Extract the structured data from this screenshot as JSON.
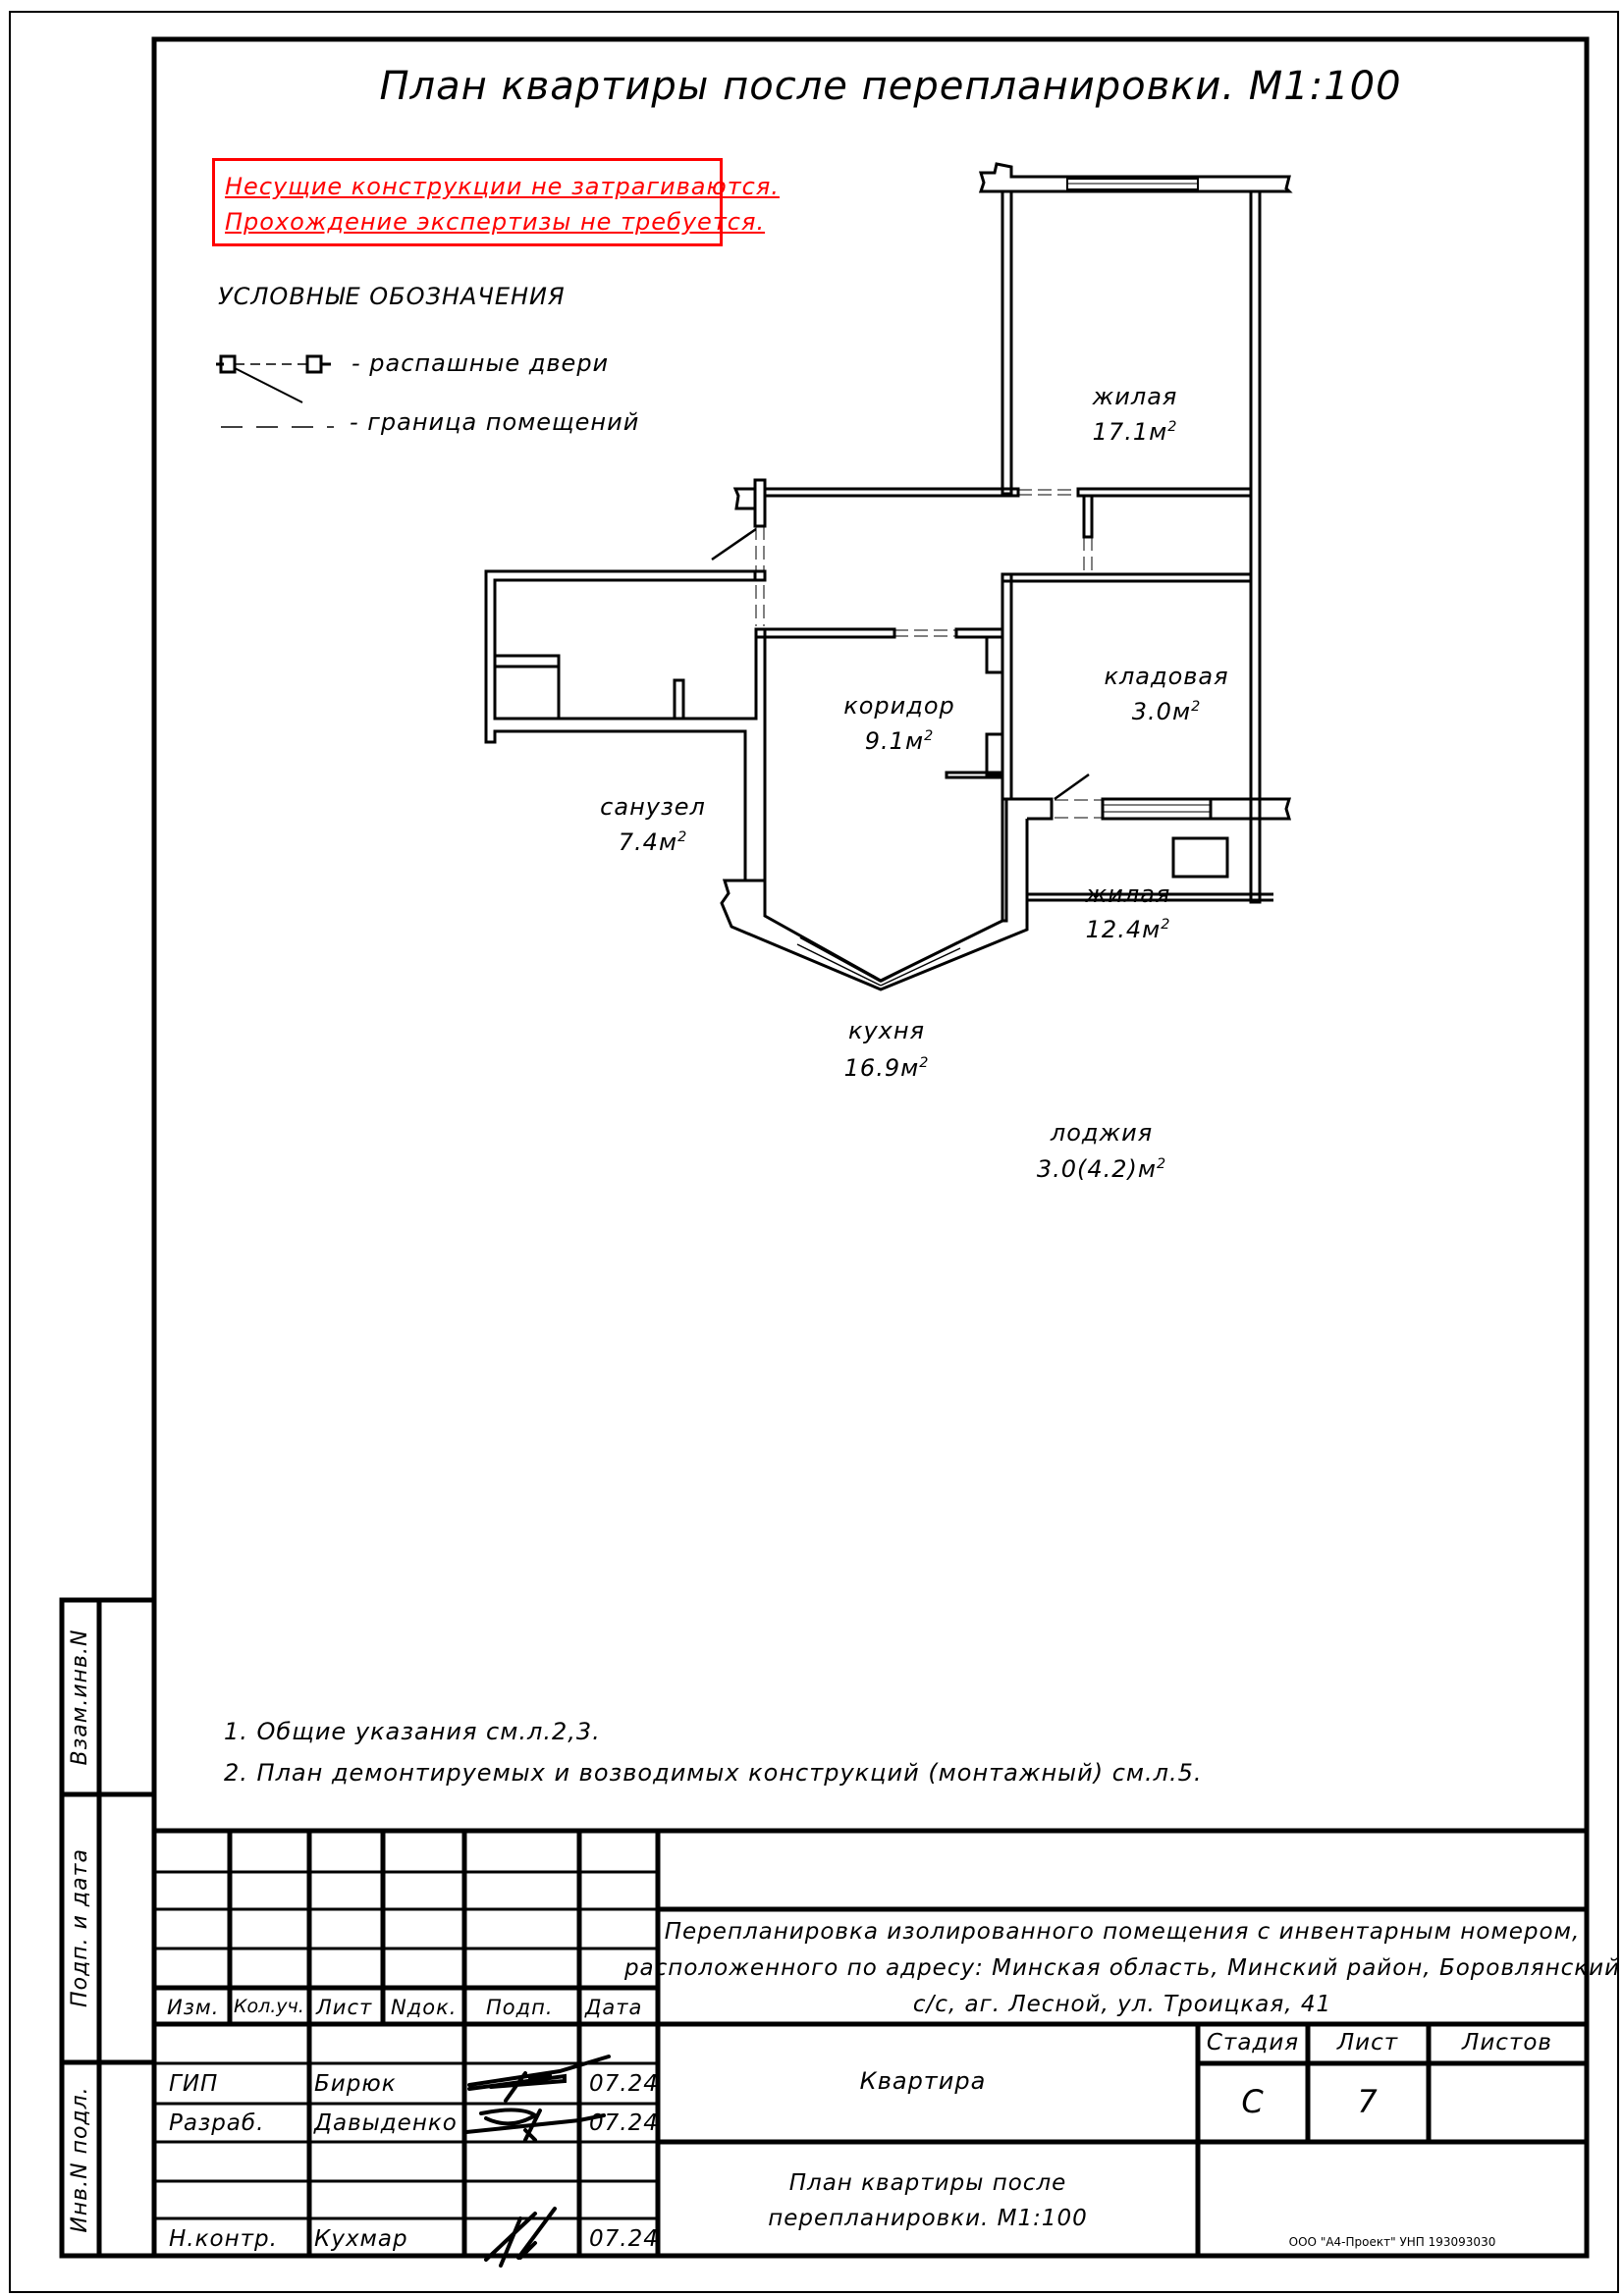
{
  "title": "План квартиры после перепланировки. М1:100",
  "notice": [
    "Несущие конструкции не затрагиваются.",
    "Прохождение экспертизы не требуется."
  ],
  "colors": {
    "notice": "#ff0000",
    "lines": "#000000"
  },
  "legend": {
    "title": "УСЛОВНЫЕ ОБОЗНАЧЕНИЯ",
    "items": [
      {
        "icon": "swing-door-icon",
        "label": "- распашные двери"
      },
      {
        "icon": "room-boundary-dashed-line",
        "label": "- граница помещений"
      }
    ]
  },
  "rooms": [
    {
      "name": "жилая",
      "area": "17.1м",
      "sup": "2"
    },
    {
      "name": "коридор",
      "area": "9.1м",
      "sup": "2"
    },
    {
      "name": "кладовая",
      "area": "3.0м",
      "sup": "2"
    },
    {
      "name": "санузел",
      "area": "7.4м",
      "sup": "2"
    },
    {
      "name": "жилая",
      "area": "12.4м",
      "sup": "2"
    },
    {
      "name": "кухня",
      "area": "16.9м",
      "sup": "2"
    },
    {
      "name": "лоджия",
      "area": "3.0(4.2)м",
      "sup": "2"
    }
  ],
  "notes": [
    "1.  Общие указания см.л.2,3.",
    "2.  План демонтируемых и возводимых конструкций (монтажный) см.л.5."
  ],
  "side_stamp": [
    "Взам.инв.N",
    "Подп. и дата",
    "Инв.N подл."
  ],
  "title_block": {
    "headers": [
      "Изм.",
      "Кол.уч.",
      "Лист",
      "Nдок.",
      "Подп.",
      "Дата"
    ],
    "people": [
      {
        "role": "ГИП",
        "name": "Бирюк",
        "date": "07.24"
      },
      {
        "role": "Разраб.",
        "name": "Давыденко",
        "date": "07.24"
      },
      {
        "role": "Н.контр.",
        "name": "Кухмар",
        "date": "07.24"
      }
    ],
    "project": [
      "Перепланировка изолированного помещения с инвентарным номером,",
      "расположенного по адресу: Минская область, Минский район, Боровлянский",
      "с/с, аг. Лесной, ул. Троицкая, 41"
    ],
    "object": "Квартира",
    "stage_header": "Стадия",
    "sheet_header": "Лист",
    "sheets_header": "Листов",
    "stage": "С",
    "sheet": "7",
    "sheets": "",
    "drawing_title": [
      "План квартиры после",
      "перепланировки. М1:100"
    ],
    "company": "ООО \"А4-Проект\" УНП 193093030"
  }
}
